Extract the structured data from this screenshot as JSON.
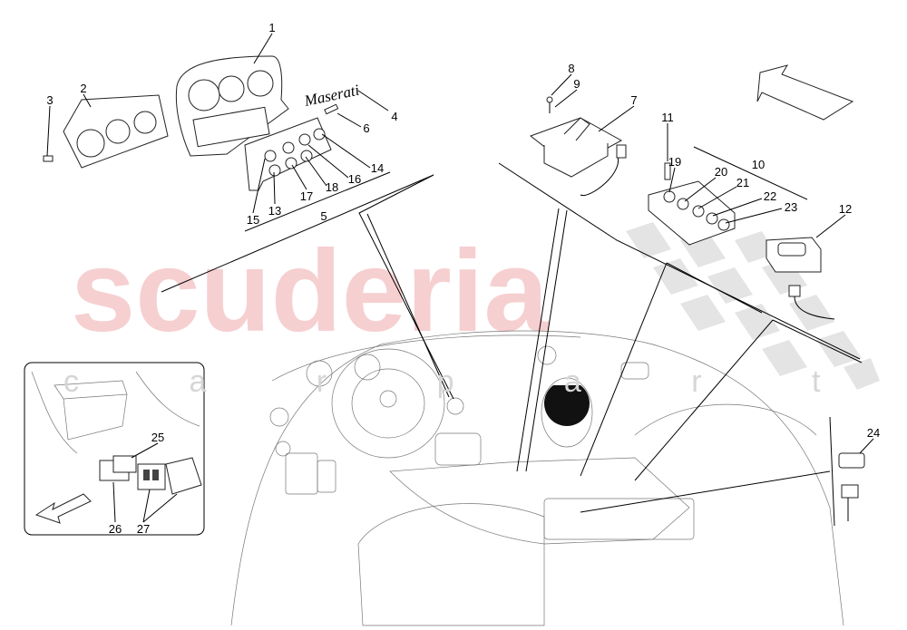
{
  "watermark": {
    "main": "scuderia",
    "sub": "c a r p a r t s"
  },
  "logo_script": "Maserati",
  "callouts": [
    "1",
    "2",
    "3",
    "4",
    "5",
    "6",
    "7",
    "8",
    "9",
    "10",
    "11",
    "12",
    "13",
    "14",
    "15",
    "16",
    "17",
    "18",
    "19",
    "20",
    "21",
    "22",
    "23",
    "24",
    "25",
    "26",
    "27"
  ],
  "icons": [
    "direction-arrow-icon",
    "inset-direction-arrow-icon"
  ]
}
